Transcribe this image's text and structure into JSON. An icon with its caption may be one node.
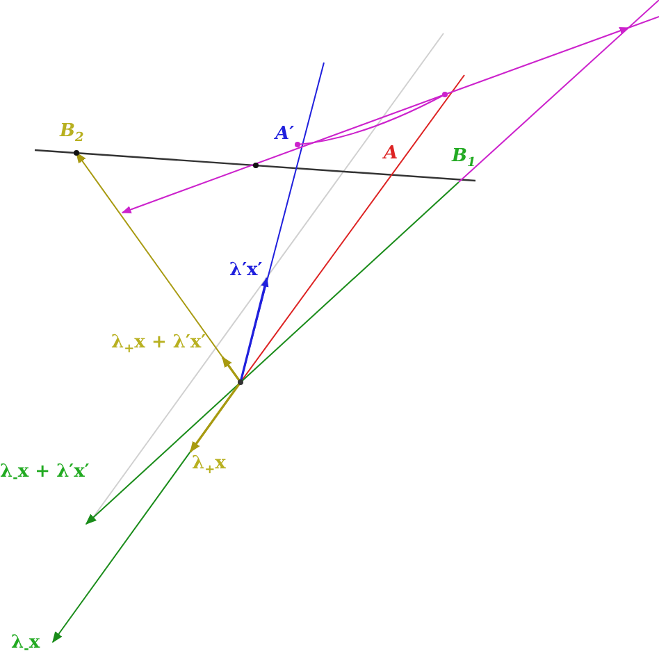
{
  "diagram": {
    "labels": [
      "B$_{2}$",
      "A′",
      "A",
      "B$_{1}$",
      "λ′x′",
      "λ$_{+}$x + λ′x′",
      "λ$_{+}$x",
      "λ$_{-}$x + λ′x′",
      "λ$_{-}$x"
    ]
  }
}
